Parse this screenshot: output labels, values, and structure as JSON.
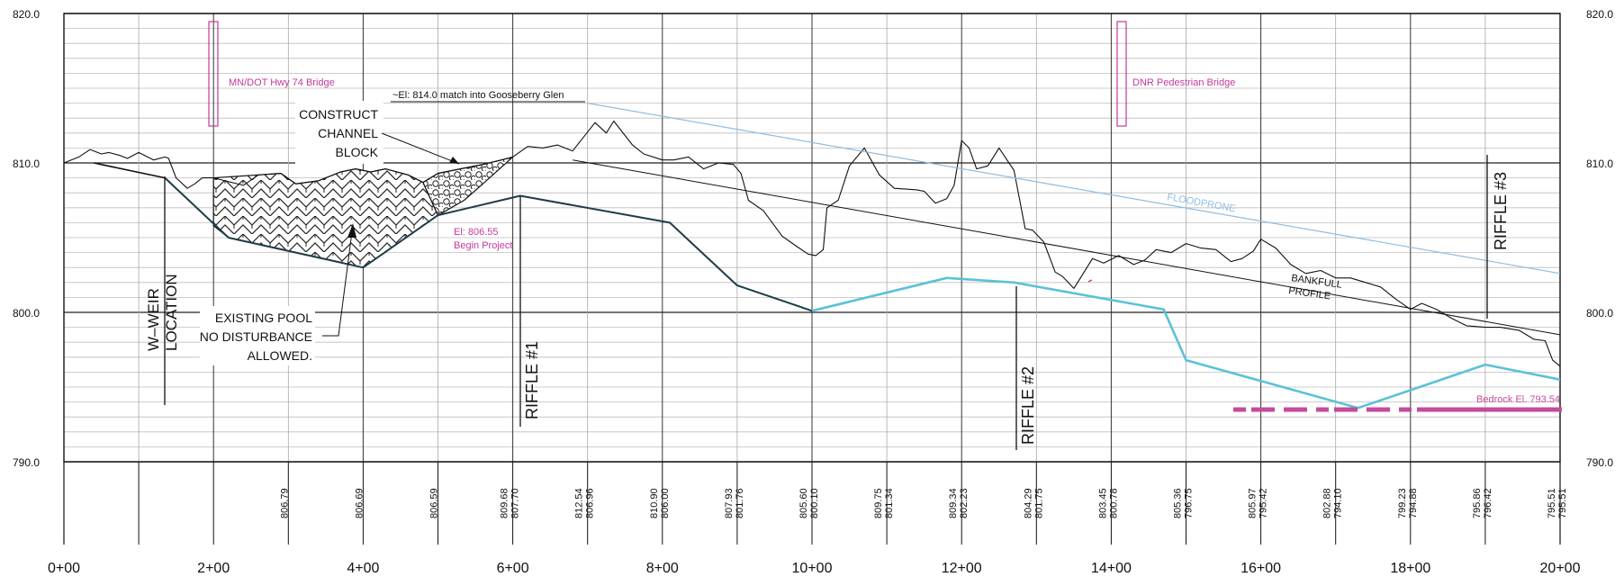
{
  "chart_data": {
    "type": "line",
    "x_range": [
      0,
      20
    ],
    "y_range": [
      790,
      820
    ],
    "x_tick_values": [
      0,
      2,
      4,
      6,
      8,
      10,
      12,
      14,
      16,
      18,
      20
    ],
    "x_tick_labels": [
      "0+00",
      "2+00",
      "4+00",
      "6+00",
      "8+00",
      "10+00",
      "12+00",
      "14+00",
      "16+00",
      "18+00",
      "20+00"
    ],
    "y_tick_values": [
      790,
      800,
      810,
      820
    ],
    "y_tick_labels": [
      "790.0",
      "800.0",
      "810.0",
      "820.0"
    ],
    "grid": true,
    "series": [
      {
        "key": "existing_ground",
        "color": "#111111",
        "points": [
          [
            0,
            810
          ],
          [
            0.2,
            810.4
          ],
          [
            0.35,
            810.9
          ],
          [
            0.5,
            810.6
          ],
          [
            0.6,
            810.7
          ],
          [
            0.75,
            810.5
          ],
          [
            0.85,
            810.3
          ],
          [
            1,
            810.7
          ],
          [
            1.2,
            810.2
          ],
          [
            1.35,
            810.4
          ],
          [
            1.4,
            810.3
          ],
          [
            1.5,
            809
          ],
          [
            1.65,
            808.3
          ],
          [
            1.75,
            808.6
          ],
          [
            1.85,
            809
          ],
          [
            2,
            809
          ],
          [
            2.4,
            808.5
          ],
          [
            2.6,
            809.2
          ],
          [
            2.9,
            809.3
          ],
          [
            3.1,
            808.6
          ],
          [
            3.4,
            808.8
          ],
          [
            3.7,
            809.4
          ],
          [
            3.9,
            809.6
          ],
          [
            4.1,
            809.4
          ],
          [
            4.3,
            809.6
          ],
          [
            4.6,
            809.2
          ],
          [
            4.8,
            808.7
          ],
          [
            5,
            809.3
          ],
          [
            5.3,
            809.6
          ],
          [
            5.6,
            809.9
          ],
          [
            5.85,
            810.2
          ],
          [
            6,
            810.4
          ],
          [
            6.2,
            811.1
          ],
          [
            6.4,
            811
          ],
          [
            6.6,
            811.2
          ],
          [
            6.8,
            810.8
          ],
          [
            7.1,
            812.7
          ],
          [
            7.25,
            812
          ],
          [
            7.35,
            812.8
          ],
          [
            7.6,
            811.2
          ],
          [
            7.75,
            810.6
          ],
          [
            8,
            810.2
          ],
          [
            8.15,
            810.2
          ],
          [
            8.35,
            810.4
          ],
          [
            8.55,
            809.6
          ],
          [
            8.75,
            810
          ],
          [
            8.95,
            809.9
          ],
          [
            9.05,
            809.3
          ],
          [
            9.15,
            807.5
          ],
          [
            9.35,
            806.8
          ],
          [
            9.6,
            805.1
          ],
          [
            9.8,
            804.4
          ],
          [
            9.95,
            803.9
          ],
          [
            10.05,
            803.8
          ],
          [
            10.15,
            804.2
          ],
          [
            10.2,
            807
          ],
          [
            10.35,
            807.5
          ],
          [
            10.5,
            809.8
          ],
          [
            10.7,
            811
          ],
          [
            10.9,
            809.2
          ],
          [
            11.1,
            808.3
          ],
          [
            11.4,
            808.2
          ],
          [
            11.5,
            808.1
          ],
          [
            11.65,
            807.3
          ],
          [
            11.8,
            807.6
          ],
          [
            11.9,
            808.5
          ],
          [
            12,
            811.5
          ],
          [
            12.1,
            811
          ],
          [
            12.2,
            809.6
          ],
          [
            12.35,
            809.8
          ],
          [
            12.5,
            811
          ],
          [
            12.7,
            809.5
          ],
          [
            12.85,
            805.6
          ],
          [
            12.95,
            805.5
          ],
          [
            13.1,
            804.7
          ],
          [
            13.25,
            802.7
          ],
          [
            13.35,
            802.4
          ],
          [
            13.5,
            801.6
          ],
          [
            13.6,
            802.4
          ],
          [
            13.75,
            803.6
          ],
          [
            13.9,
            803.3
          ],
          [
            14.1,
            803.8
          ],
          [
            14.3,
            803.2
          ],
          [
            14.45,
            803.5
          ],
          [
            14.6,
            804.2
          ],
          [
            14.8,
            804
          ],
          [
            15,
            804.6
          ],
          [
            15.2,
            804.3
          ],
          [
            15.4,
            804.2
          ],
          [
            15.6,
            803.4
          ],
          [
            15.75,
            803.6
          ],
          [
            15.9,
            804.1
          ],
          [
            16,
            804.9
          ],
          [
            16.2,
            804.3
          ],
          [
            16.4,
            803.2
          ],
          [
            16.6,
            802.6
          ],
          [
            16.8,
            802.8
          ],
          [
            17,
            802.3
          ],
          [
            17.2,
            802.3
          ],
          [
            17.4,
            802
          ],
          [
            17.6,
            801.7
          ],
          [
            17.8,
            800.9
          ],
          [
            18.0,
            800.2
          ],
          [
            18.15,
            800.6
          ],
          [
            18.35,
            800.2
          ],
          [
            18.55,
            799.6
          ],
          [
            18.75,
            799.1
          ],
          [
            19,
            799
          ],
          [
            19.2,
            799
          ],
          [
            19.45,
            798.8
          ],
          [
            19.65,
            798.2
          ],
          [
            19.8,
            798.1
          ],
          [
            19.9,
            796.8
          ],
          [
            20,
            796.4
          ]
        ]
      },
      {
        "key": "design_profile",
        "color": "#1f3c48",
        "points": [
          [
            1.35,
            809
          ],
          [
            2.2,
            805
          ],
          [
            4,
            803
          ],
          [
            5,
            806.5
          ],
          [
            6.1,
            807.8
          ],
          [
            8.1,
            806
          ],
          [
            9,
            801.8
          ],
          [
            10,
            800.1
          ]
        ]
      },
      {
        "key": "riffle_profile",
        "color": "#5bc2d6",
        "points": [
          [
            10,
            800.1
          ],
          [
            11.8,
            802.3
          ],
          [
            12.7,
            802
          ],
          [
            14.7,
            800.2
          ],
          [
            15,
            796.8
          ],
          [
            17.3,
            793.6
          ],
          [
            19,
            796.5
          ],
          [
            20,
            795.5
          ]
        ]
      },
      {
        "key": "bankfull_profile",
        "color": "#111111",
        "points": [
          [
            6.8,
            810.2
          ],
          [
            20,
            798.5
          ]
        ]
      },
      {
        "key": "floodprone",
        "color": "#8fbde0",
        "points": [
          [
            7,
            814
          ],
          [
            20,
            802.6
          ]
        ]
      },
      {
        "key": "old_channel",
        "color": "#111111",
        "points": [
          [
            0.4,
            810
          ],
          [
            1.35,
            809
          ]
        ]
      }
    ],
    "station_labels": [
      {
        "x": 3,
        "labels": [
          "806.79"
        ]
      },
      {
        "x": 4,
        "labels": [
          "806.69"
        ]
      },
      {
        "x": 5,
        "labels": [
          "806.59"
        ]
      },
      {
        "x": 6,
        "labels": [
          "809.68",
          "807.70"
        ]
      },
      {
        "x": 7,
        "labels": [
          "812.54",
          "806.96"
        ]
      },
      {
        "x": 8,
        "labels": [
          "810.90",
          "806.00"
        ]
      },
      {
        "x": 9,
        "labels": [
          "807.93",
          "801.76"
        ]
      },
      {
        "x": 10,
        "labels": [
          "805.60",
          "800.10"
        ]
      },
      {
        "x": 11,
        "labels": [
          "809.75",
          "801.34"
        ]
      },
      {
        "x": 12,
        "labels": [
          "809.34",
          "802.23"
        ]
      },
      {
        "x": 13,
        "labels": [
          "804.29",
          "801.75"
        ]
      },
      {
        "x": 14,
        "labels": [
          "803.45",
          "800.78"
        ]
      },
      {
        "x": 15,
        "labels": [
          "805.36",
          "796.75"
        ]
      },
      {
        "x": 16,
        "labels": [
          "805.97",
          "795.42"
        ]
      },
      {
        "x": 17,
        "labels": [
          "802.88",
          "794.10"
        ]
      },
      {
        "x": 18,
        "labels": [
          "799.23",
          "794.88"
        ]
      },
      {
        "x": 19,
        "labels": [
          "795.86",
          "796.42"
        ]
      },
      {
        "x": 20,
        "labels": [
          "795.51",
          "795.51"
        ]
      }
    ],
    "annotations": {
      "mndot_bridge": "MN/DOT Hwy 74 Bridge",
      "dnr_bridge": "DNR Pedestrian Bridge",
      "match_note": "~El: 814.0 match into Gooseberry Glen",
      "construct_block": [
        "CONSTRUCT",
        "CHANNEL",
        "BLOCK"
      ],
      "existing_pool": [
        "EXISTING POOL",
        "NO DISTURBANCE",
        "ALLOWED."
      ],
      "begin_project": [
        "El: 806.55",
        "Begin Project"
      ],
      "w_weir": [
        "W–WEIR",
        "LOCATION"
      ],
      "riffle1": "RIFFLE #1",
      "riffle2": "RIFFLE #2",
      "riffle3": "RIFFLE #3",
      "floodprone": "FLOODPRONE",
      "bankfull": [
        "BANKFULL",
        "PROFILE"
      ],
      "bedrock": "Bedrock El. 793.54"
    },
    "colors": {
      "annotation": "#c4399a",
      "riffle": "#5bc2d6",
      "floodprone": "#8fbde0",
      "design": "#1f3c48",
      "bedrock": "#c44b9c"
    }
  }
}
